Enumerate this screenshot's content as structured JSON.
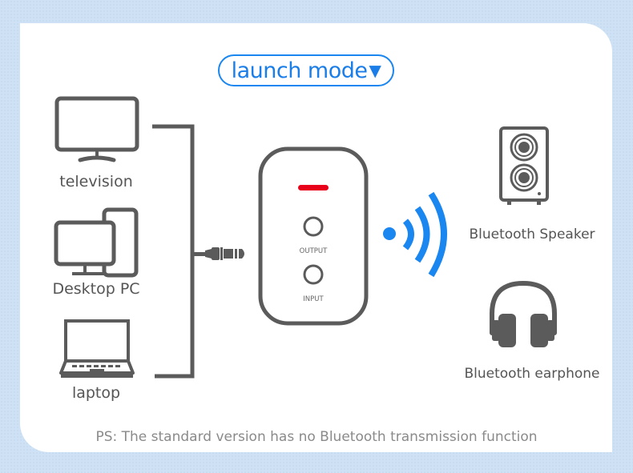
{
  "header": {
    "mode_label": "launch mode",
    "mode_indicator_icon": "triangle-down-icon"
  },
  "sources": [
    {
      "label": "television",
      "icon": "television-icon"
    },
    {
      "label": "Desktop PC",
      "icon": "desktop-pc-icon"
    },
    {
      "label": "laptop",
      "icon": "laptop-icon"
    }
  ],
  "device": {
    "led_color": "#e8001b",
    "ports": [
      {
        "label": "OUTPUT"
      },
      {
        "label": "INPUT"
      }
    ]
  },
  "connector": {
    "icon": "audio-jack-icon"
  },
  "wireless": {
    "icon": "wireless-signal-icon",
    "color": "#1a86f0"
  },
  "targets": [
    {
      "label": "Bluetooth Speaker",
      "icon": "speaker-icon"
    },
    {
      "label": "Bluetooth earphone",
      "icon": "headphones-icon"
    }
  ],
  "footer": {
    "note": "PS: The standard version has no Bluetooth transmission function"
  },
  "colors": {
    "accent": "#1a86f0",
    "icon_gray": "#5b5b5b",
    "background": "#cfe1f5"
  }
}
